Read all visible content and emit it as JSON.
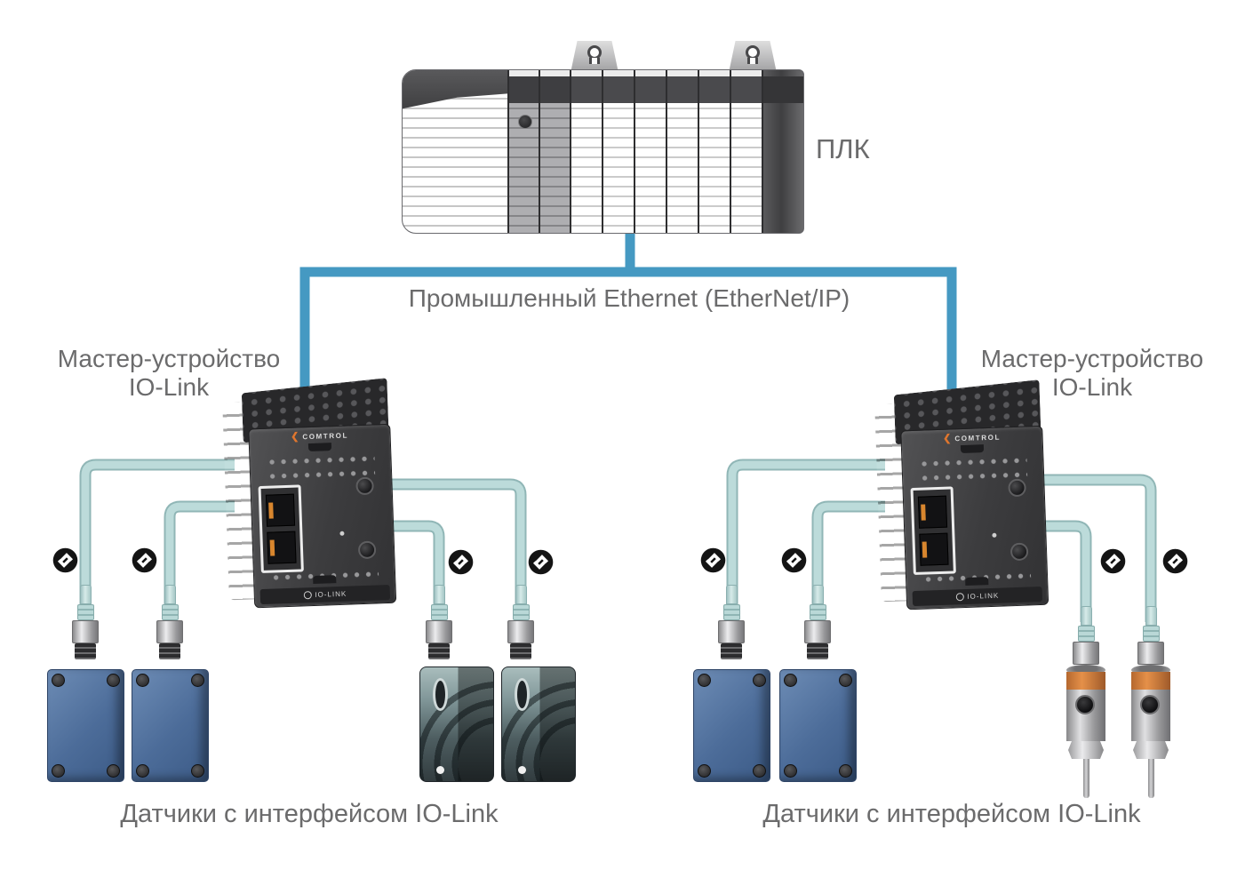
{
  "diagram": {
    "plc": {
      "label": "ПЛК"
    },
    "ethernet": {
      "label": "Промышленный Ethernet (EtherNet/IP)",
      "line_color": "#4599c2"
    },
    "cable_color": "#bcdbda",
    "badge_icon": "io-link-arrows-icon",
    "masters": [
      {
        "id": "left",
        "label_line1": "Мастер-устройство",
        "label_line2": "IO-Link",
        "brand": "COMTROL",
        "footer": "IO-LINK"
      },
      {
        "id": "right",
        "label_line1": "Мастер-устройство",
        "label_line2": "IO-Link",
        "brand": "COMTROL",
        "footer": "IO-LINK"
      }
    ],
    "sensor_groups": [
      {
        "side": "left",
        "caption": "Датчики с интерфейсом IO-Link",
        "sensors": [
          "photoelectric-blue",
          "photoelectric-blue",
          "proximity-dark",
          "proximity-dark"
        ]
      },
      {
        "side": "right",
        "caption": "Датчики с интерфейсом IO-Link",
        "sensors": [
          "photoelectric-blue",
          "photoelectric-blue",
          "temperature-probe",
          "temperature-probe"
        ]
      }
    ]
  }
}
